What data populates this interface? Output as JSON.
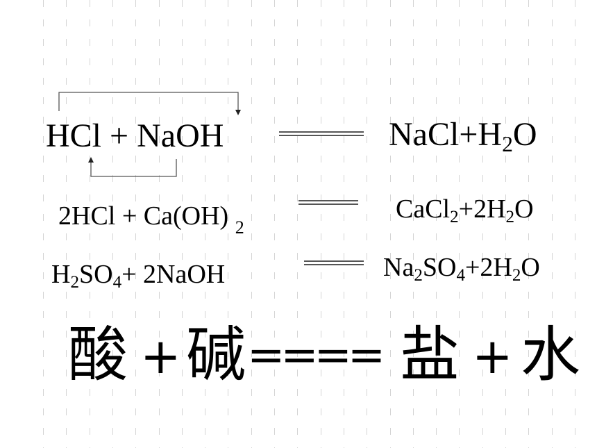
{
  "reaction1": {
    "reactants": {
      "part1": "HCl",
      "plus": "+",
      "part2": "NaOH"
    },
    "products": {
      "a": "NaCl+H",
      "sub": "2",
      "b": "O"
    }
  },
  "reaction2": {
    "reactants": {
      "a": "2HCl + Ca(OH)",
      "sub": "2"
    },
    "products": {
      "a": "CaCl",
      "sub1": "2",
      "b": "+2H",
      "sub2": "2",
      "c": "O"
    }
  },
  "reaction3": {
    "reactants": {
      "a": "H",
      "sub1": "2",
      "b": "SO",
      "sub2": "4",
      "c": "+ 2NaOH"
    },
    "products": {
      "a": "Na",
      "sub1": "2",
      "b": "SO",
      "sub2": "4",
      "c": "+2H",
      "sub3": "2",
      "d": "O"
    }
  },
  "summary": {
    "acid": "酸",
    "plus1": "+",
    "base": "碱",
    "equals": "====",
    "salt": "盐",
    "plus2": "+",
    "water": "水"
  }
}
